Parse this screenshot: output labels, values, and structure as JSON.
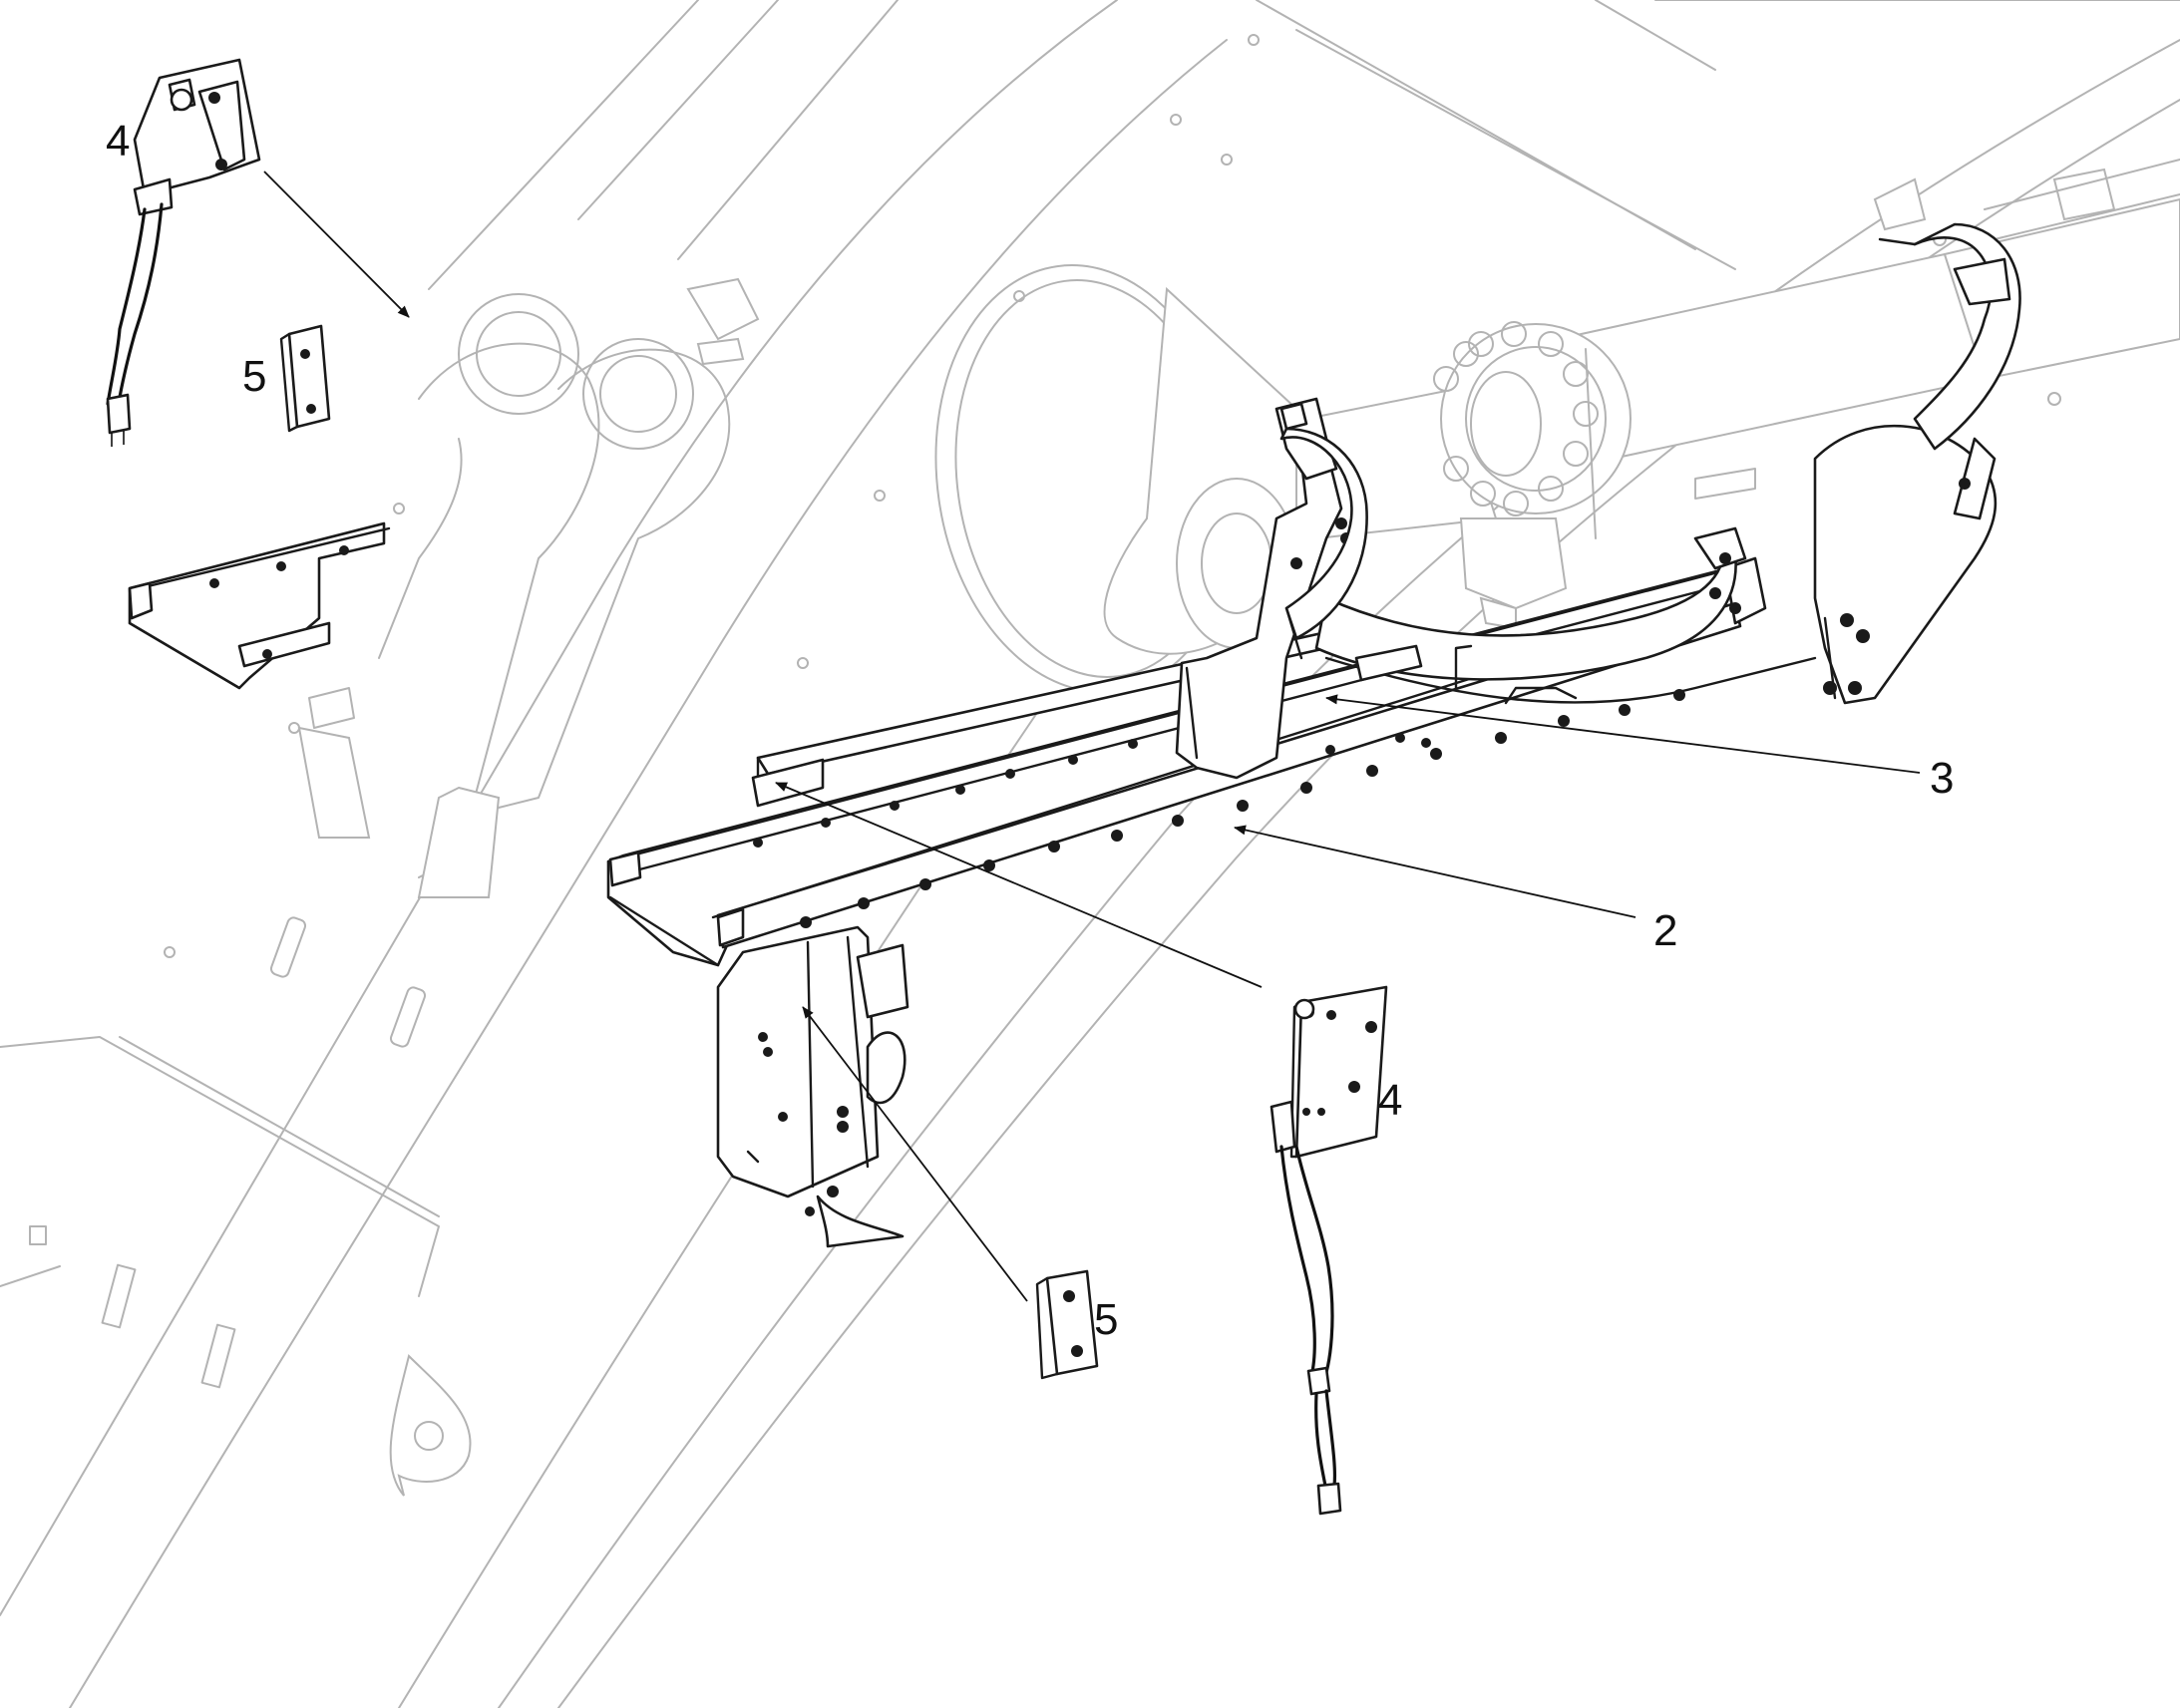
{
  "diagram": {
    "callouts": [
      {
        "id": "callout-2",
        "label": "2"
      },
      {
        "id": "callout-3",
        "label": "3"
      },
      {
        "id": "callout-4-top",
        "label": "4"
      },
      {
        "id": "callout-4-bottom",
        "label": "4"
      },
      {
        "id": "callout-5-top",
        "label": "5"
      },
      {
        "id": "callout-5-bottom",
        "label": "5"
      }
    ],
    "colors": {
      "part_outline": "#1a1a1a",
      "background_outline": "#b3b3b3",
      "background": "#ffffff"
    }
  }
}
